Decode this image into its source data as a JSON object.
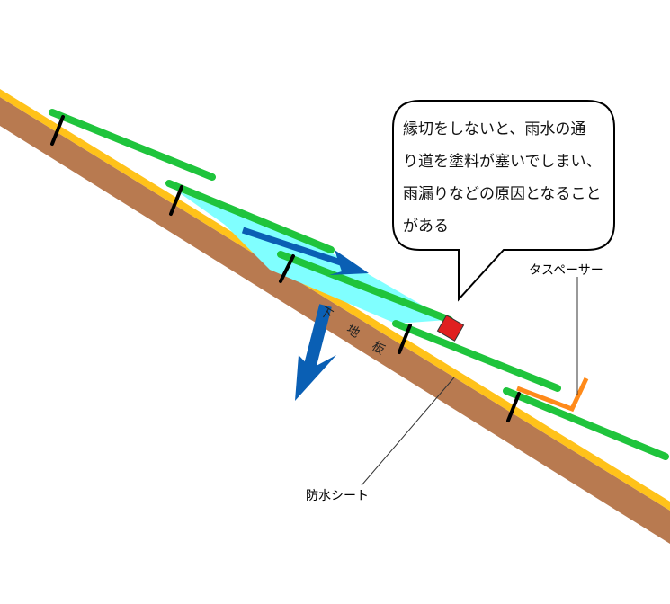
{
  "callout": {
    "lines": [
      "縁切をしないと、雨水の通",
      "り道を塗料が塞いでしまい、",
      "雨漏りなどの原因となること",
      "がある"
    ]
  },
  "labels": {
    "spacer": "タスペーサー",
    "waterproof_sheet": "防水シート",
    "base_board": [
      "下",
      "地",
      "板"
    ]
  },
  "colors": {
    "board": "#b87a50",
    "sheet": "#ffc21a",
    "shingle": "#1fc43c",
    "water": "#80ffff",
    "arrow": "#0a5fb4",
    "spacer": "#ff8a1a",
    "paint_block": "#e02020"
  }
}
